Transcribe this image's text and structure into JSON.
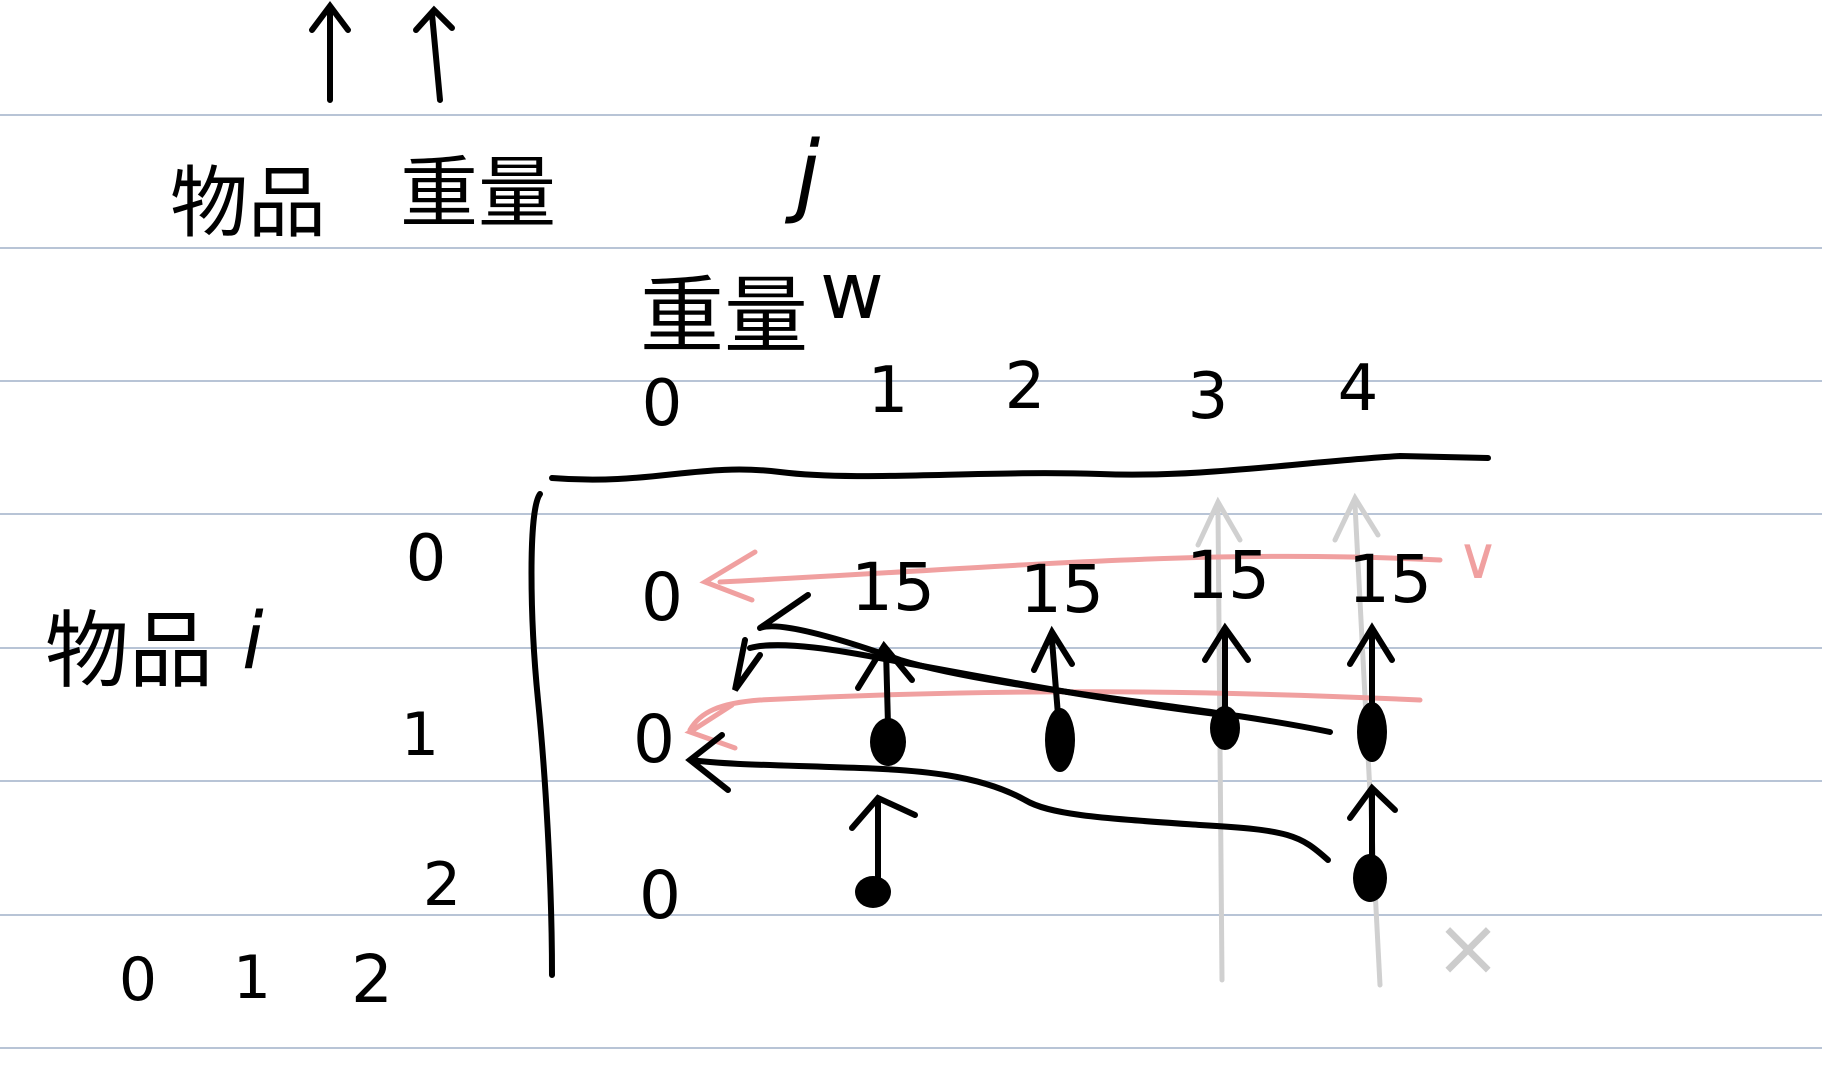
{
  "page": {
    "background": "#ffffff",
    "rule_line_color": "#b8c4d6",
    "ink_color": "#000000",
    "red_ink_color": "#f0a0a0",
    "gray_ink_color": "#cccccc"
  },
  "notes": {
    "top_labels": [
      "物品",
      "重量"
    ],
    "j_label": "j",
    "column_title": "重量",
    "column_var": "w",
    "row_title": "物品",
    "row_var": "i",
    "bottom_sequence": [
      "0",
      "1",
      "2"
    ]
  },
  "table": {
    "column_headers": [
      "0",
      "1",
      "2",
      "3",
      "4"
    ],
    "row_headers": [
      "0",
      "1",
      "2"
    ],
    "rows": [
      [
        "0",
        "15",
        "15",
        "15",
        "15"
      ],
      [
        "0",
        "●",
        "●",
        "●",
        "●"
      ],
      [
        "0",
        "●",
        "",
        "",
        "●"
      ]
    ]
  },
  "annotations": {
    "red_check": "∨",
    "gray_cross": "×"
  }
}
